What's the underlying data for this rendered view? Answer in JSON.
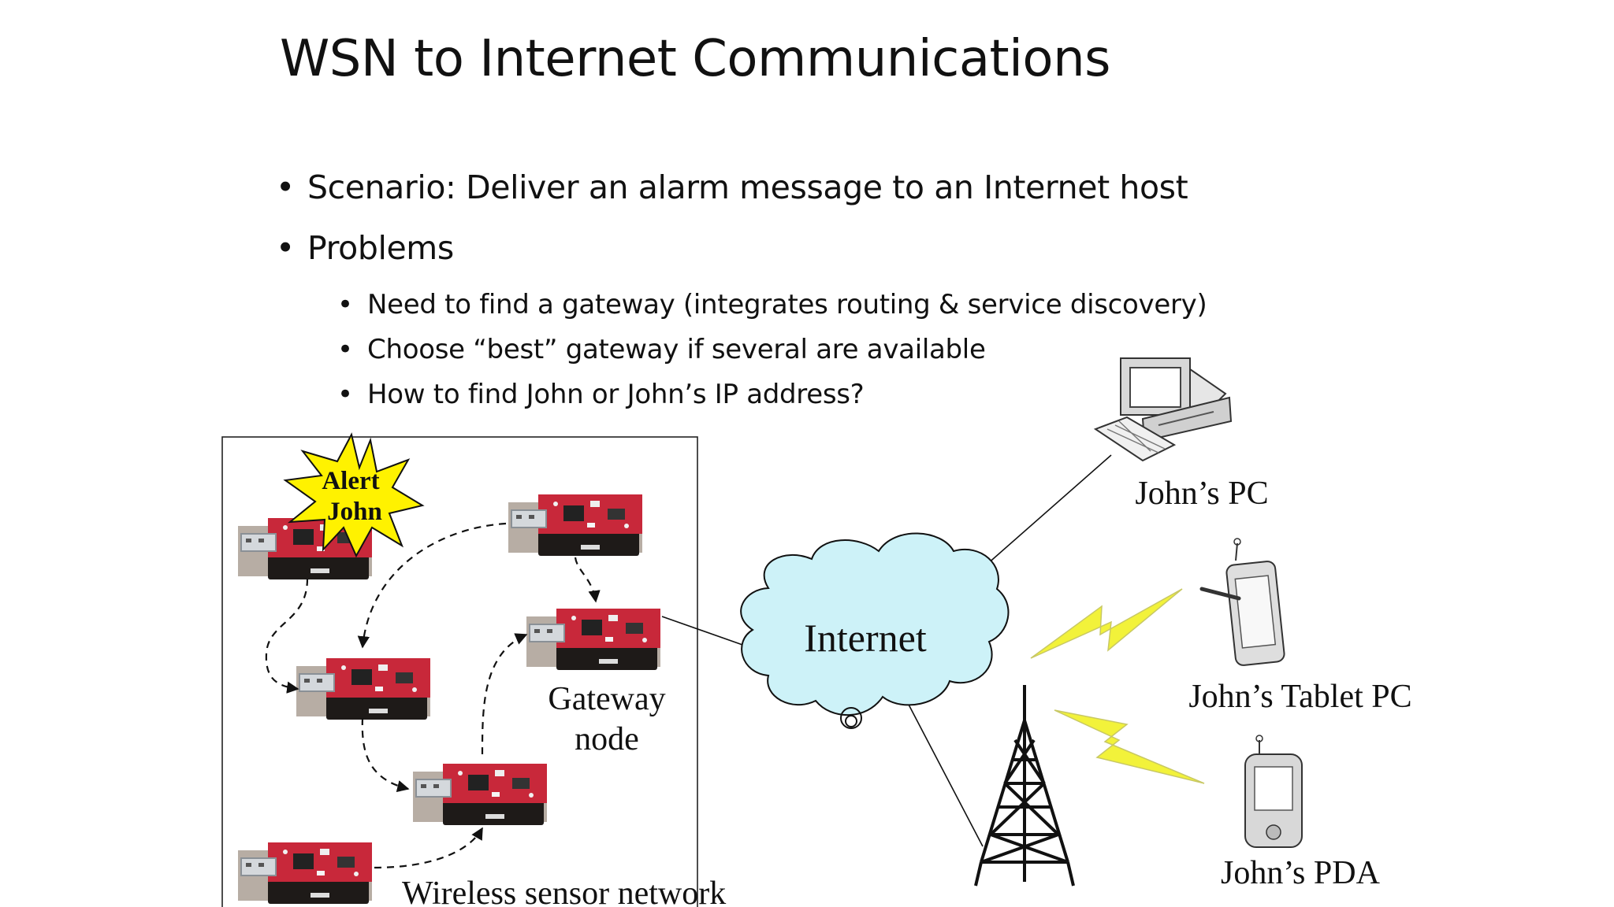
{
  "slide": {
    "title": "WSN to Internet Communications",
    "bullets": [
      "Scenario: Deliver an alarm message to an Internet host",
      "Problems"
    ],
    "sub_bullets": [
      "Need to find a gateway (integrates routing & service discovery)",
      "Choose “best” gateway if several are available",
      "How to find John or John’s IP address?"
    ]
  },
  "diagram": {
    "alert_line1": "Alert",
    "alert_line2": "John",
    "gateway_line1": "Gateway",
    "gateway_line2": "node",
    "network_label": "Wireless sensor network",
    "internet_label": "Internet",
    "pc_label": "John’s PC",
    "tablet_label": "John’s Tablet PC",
    "pda_label": "John’s PDA"
  },
  "colors": {
    "board_red": "#c8283a",
    "board_dark": "#1e1a18",
    "cloud_fill": "#cdf2f8",
    "lightning": "#f2f23a",
    "alert_star": "#fff200"
  }
}
